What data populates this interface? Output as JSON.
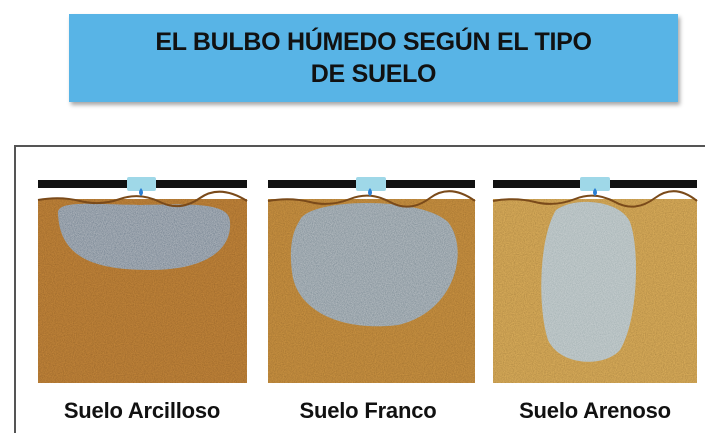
{
  "title": {
    "line1": "EL BULBO HÚMEDO SEGÚN EL TIPO",
    "line2": "DE SUELO"
  },
  "soils": [
    {
      "label": "Suelo Arcilloso",
      "soil_color": "#c98a3c",
      "bulb_color": "#6f7f8f"
    },
    {
      "label": "Suelo Franco",
      "soil_color": "#d19844",
      "bulb_color": "#7c8c96"
    },
    {
      "label": "Suelo Arenoso",
      "soil_color": "#e2b45e",
      "bulb_color": "#a3b1b3"
    }
  ],
  "colors": {
    "banner": "#58b4e6",
    "pipe": "#111111",
    "emitter": "#9fd8e8",
    "drip": "#2a7fd4",
    "surface_line": "#7a4a1a"
  }
}
